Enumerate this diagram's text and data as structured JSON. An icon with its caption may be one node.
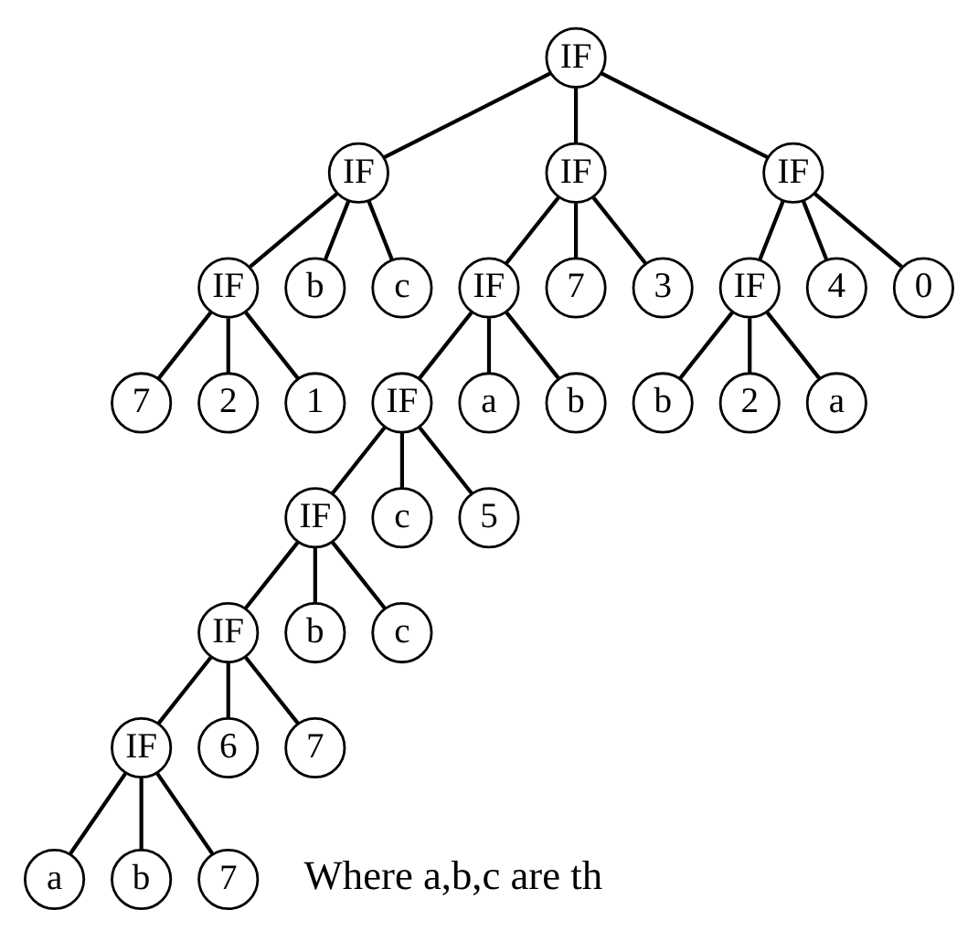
{
  "diagram": {
    "nodes": [
      {
        "text": [
          "IF"
        ]
      },
      {
        "text": [
          "IF"
        ]
      },
      {
        "text": [
          "IF"
        ]
      },
      {
        "text": [
          "IF"
        ]
      },
      {
        "text": [
          "IF"
        ]
      },
      {
        "text": [
          "b"
        ]
      },
      {
        "text": [
          "c"
        ]
      },
      {
        "text": [
          "IF"
        ]
      },
      {
        "text": [
          "7"
        ]
      },
      {
        "text": [
          "3"
        ]
      },
      {
        "text": [
          "IF"
        ]
      },
      {
        "text": [
          "4"
        ]
      },
      {
        "text": [
          "0"
        ]
      },
      {
        "text": [
          "7"
        ]
      },
      {
        "text": [
          "2"
        ]
      },
      {
        "text": [
          "1"
        ]
      },
      {
        "text": [
          "IF"
        ]
      },
      {
        "text": [
          "a"
        ]
      },
      {
        "text": [
          "b"
        ]
      },
      {
        "text": [
          "b"
        ]
      },
      {
        "text": [
          "2"
        ]
      },
      {
        "text": [
          "a"
        ]
      },
      {
        "text": [
          "IF"
        ]
      },
      {
        "text": [
          "c"
        ]
      },
      {
        "text": [
          "5"
        ]
      },
      {
        "text": [
          "IF"
        ]
      },
      {
        "text": [
          "b"
        ]
      },
      {
        "text": [
          "c"
        ]
      },
      {
        "text": [
          "IF"
        ]
      },
      {
        "text": [
          "6"
        ]
      },
      {
        "text": [
          "7"
        ]
      },
      {
        "text": [
          "a"
        ]
      },
      {
        "text": [
          "b"
        ]
      },
      {
        "text": [
          "7"
        ]
      }
    ],
    "edges": [
      {
        "from": 0,
        "to": 1,
        "arrow": "none"
      },
      {
        "from": 0,
        "to": 2,
        "arrow": "none"
      },
      {
        "from": 0,
        "to": 3,
        "arrow": "none"
      },
      {
        "from": 1,
        "to": 4,
        "arrow": "none"
      },
      {
        "from": 1,
        "to": 5,
        "arrow": "none"
      },
      {
        "from": 1,
        "to": 6,
        "arrow": "none"
      },
      {
        "from": 2,
        "to": 7,
        "arrow": "none"
      },
      {
        "from": 2,
        "to": 8,
        "arrow": "none"
      },
      {
        "from": 2,
        "to": 9,
        "arrow": "none"
      },
      {
        "from": 3,
        "to": 10,
        "arrow": "none"
      },
      {
        "from": 3,
        "to": 11,
        "arrow": "none"
      },
      {
        "from": 3,
        "to": 12,
        "arrow": "none"
      },
      {
        "from": 4,
        "to": 13,
        "arrow": "none"
      },
      {
        "from": 4,
        "to": 14,
        "arrow": "none"
      },
      {
        "from": 4,
        "to": 15,
        "arrow": "none"
      },
      {
        "from": 7,
        "to": 16,
        "arrow": "none"
      },
      {
        "from": 7,
        "to": 17,
        "arrow": "none"
      },
      {
        "from": 7,
        "to": 18,
        "arrow": "none"
      },
      {
        "from": 10,
        "to": 19,
        "arrow": "none"
      },
      {
        "from": 10,
        "to": 20,
        "arrow": "none"
      },
      {
        "from": 10,
        "to": 21,
        "arrow": "none"
      },
      {
        "from": 16,
        "to": 22,
        "arrow": "none"
      },
      {
        "from": 16,
        "to": 23,
        "arrow": "none"
      },
      {
        "from": 16,
        "to": 24,
        "arrow": "none"
      },
      {
        "from": 22,
        "to": 25,
        "arrow": "none"
      },
      {
        "from": 22,
        "to": 26,
        "arrow": "none"
      },
      {
        "from": 22,
        "to": 27,
        "arrow": "none"
      },
      {
        "from": 25,
        "to": 28,
        "arrow": "none"
      },
      {
        "from": 25,
        "to": 29,
        "arrow": "none"
      },
      {
        "from": 25,
        "to": 30,
        "arrow": "none"
      },
      {
        "from": 28,
        "to": 31,
        "arrow": "none"
      },
      {
        "from": 28,
        "to": 32,
        "arrow": "none"
      },
      {
        "from": 28,
        "to": 33,
        "arrow": "none"
      }
    ],
    "labels": [
      "Where a,b,c are th"
    ]
  }
}
